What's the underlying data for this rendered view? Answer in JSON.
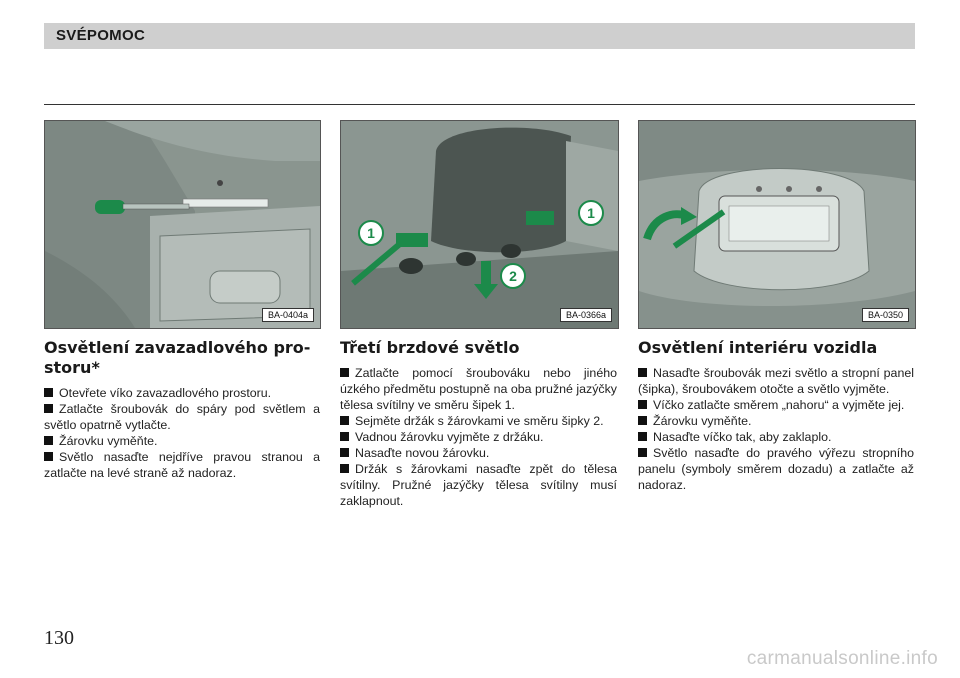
{
  "header": {
    "title": "SVÉPOMOC"
  },
  "figures": [
    {
      "label": "BA-0404a"
    },
    {
      "label": "BA-0366a",
      "callouts": [
        "1",
        "1",
        "2"
      ]
    },
    {
      "label": "BA-0350"
    }
  ],
  "columns": [
    {
      "heading": "Osvětlení zavazadlového pro­storu*",
      "paragraphs": [
        {
          "bullet": true,
          "text": "Otevřete víko zavazadlového prostoru."
        },
        {
          "bullet": true,
          "text": "Zatlačte šroubovák do spáry pod světlem a světlo opatrně vytlačte."
        },
        {
          "bullet": true,
          "text": "Žárovku vyměňte."
        },
        {
          "bullet": true,
          "text": "Světlo nasaďte nejdříve pravou stranou a zatlačte na levé straně až nadoraz."
        }
      ]
    },
    {
      "heading": "Třetí brzdové světlo",
      "paragraphs": [
        {
          "bullet": true,
          "text": "Zatlačte pomocí šroubováku nebo jiného úzkého předmětu postupně na oba pružné jazýčky tělesa svítilny ve směru šipek 1."
        },
        {
          "bullet": true,
          "text": "Sejměte držák s žárovkami ve směru šipky 2."
        },
        {
          "bullet": true,
          "text": "Vadnou žárovku vyjměte z držáku."
        },
        {
          "bullet": true,
          "text": "Nasaďte novou žárovku."
        },
        {
          "bullet": true,
          "text": "Držák s žárovkami nasaďte zpět do tělesa svítilny. Pružné jazýčky tělesa svítilny musí zaklapnout."
        }
      ]
    },
    {
      "heading": "Osvětlení interiéru vozidla",
      "paragraphs": [
        {
          "bullet": true,
          "text": "Nasaďte šroubovák mezi světlo a stropní panel (šipka), šroubovákem otočte a světlo vyjměte."
        },
        {
          "bullet": true,
          "text": "Víčko zatlačte směrem „nahoru“ a vyjměte jej."
        },
        {
          "bullet": true,
          "text": "Žárovku vyměňte."
        },
        {
          "bullet": true,
          "text": "Nasaďte víčko tak, aby zaklaplo."
        },
        {
          "bullet": true,
          "text": "Světlo nasaďte do pravého výřezu strop­ního panelu (symboly směrem dozadu) a zatlačte až nadoraz."
        }
      ]
    }
  ],
  "footer": {
    "page_number": "130",
    "watermark": "carmanualsonline.info"
  }
}
